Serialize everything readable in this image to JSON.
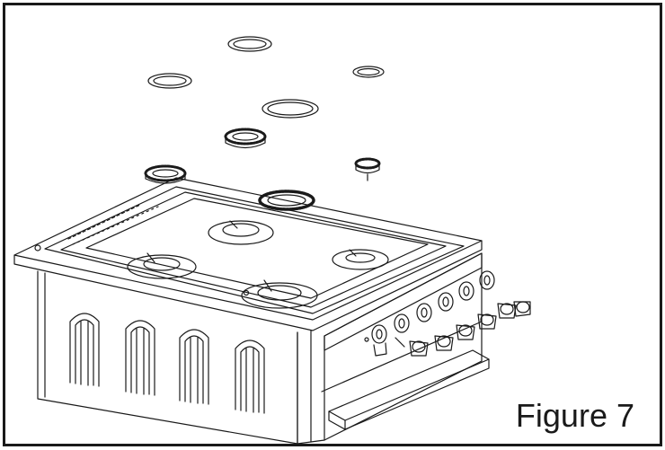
{
  "figure": {
    "caption": "Figure 7",
    "stroke_color": "#1a1a1a",
    "background_color": "#ffffff"
  },
  "parts": {
    "burner_caps": 5,
    "burner_heads": 4,
    "hob_burners": 4,
    "control_knobs": 6,
    "oven_arches": 4
  }
}
